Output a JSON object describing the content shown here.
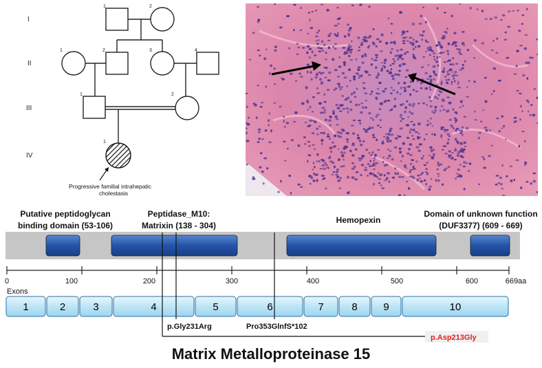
{
  "pedigree": {
    "generations": [
      "I",
      "II",
      "III",
      "IV"
    ],
    "individual_numbers": {
      "I": [
        "1",
        "2"
      ],
      "II": [
        "1",
        "2",
        "3",
        "4"
      ],
      "III": [
        "1",
        "2"
      ],
      "IV": [
        "1"
      ]
    },
    "proband_label_line1": "Progressive familial intrahepatic",
    "proband_label_line2": "cholestasis"
  },
  "histology": {
    "tissue_color": "#d77fa4",
    "nuclei_color": "#4b3390"
  },
  "protein": {
    "domains": [
      {
        "name_line1": "Putative peptidoglycan",
        "name_line2": "binding domain (53-106)"
      },
      {
        "name_line1": "Peptidase_M10:",
        "name_line2": "Matrixin (138 - 304)"
      },
      {
        "name_line1": "Hemopexin",
        "name_line2": ""
      },
      {
        "name_line1": "Domain of unknown function",
        "name_line2": "(DUF3377) (609 - 669)"
      }
    ],
    "axis_ticks": [
      "0",
      "100",
      "200",
      "300",
      "400",
      "500",
      "600",
      "669aa"
    ],
    "exons_label": "Exons",
    "exons": [
      "1",
      "2",
      "3",
      "4",
      "5",
      "6",
      "7",
      "8",
      "9",
      "10"
    ],
    "variants": [
      "p.Gly231Arg",
      "Pro353GlnfS*102",
      "p.Asp213Gly"
    ],
    "variant_highlight_color": "#e02020",
    "domain_color": "#1f4e9c",
    "exon_color": "#bfe6f7"
  },
  "title": "Matrix Metalloproteinase 15"
}
